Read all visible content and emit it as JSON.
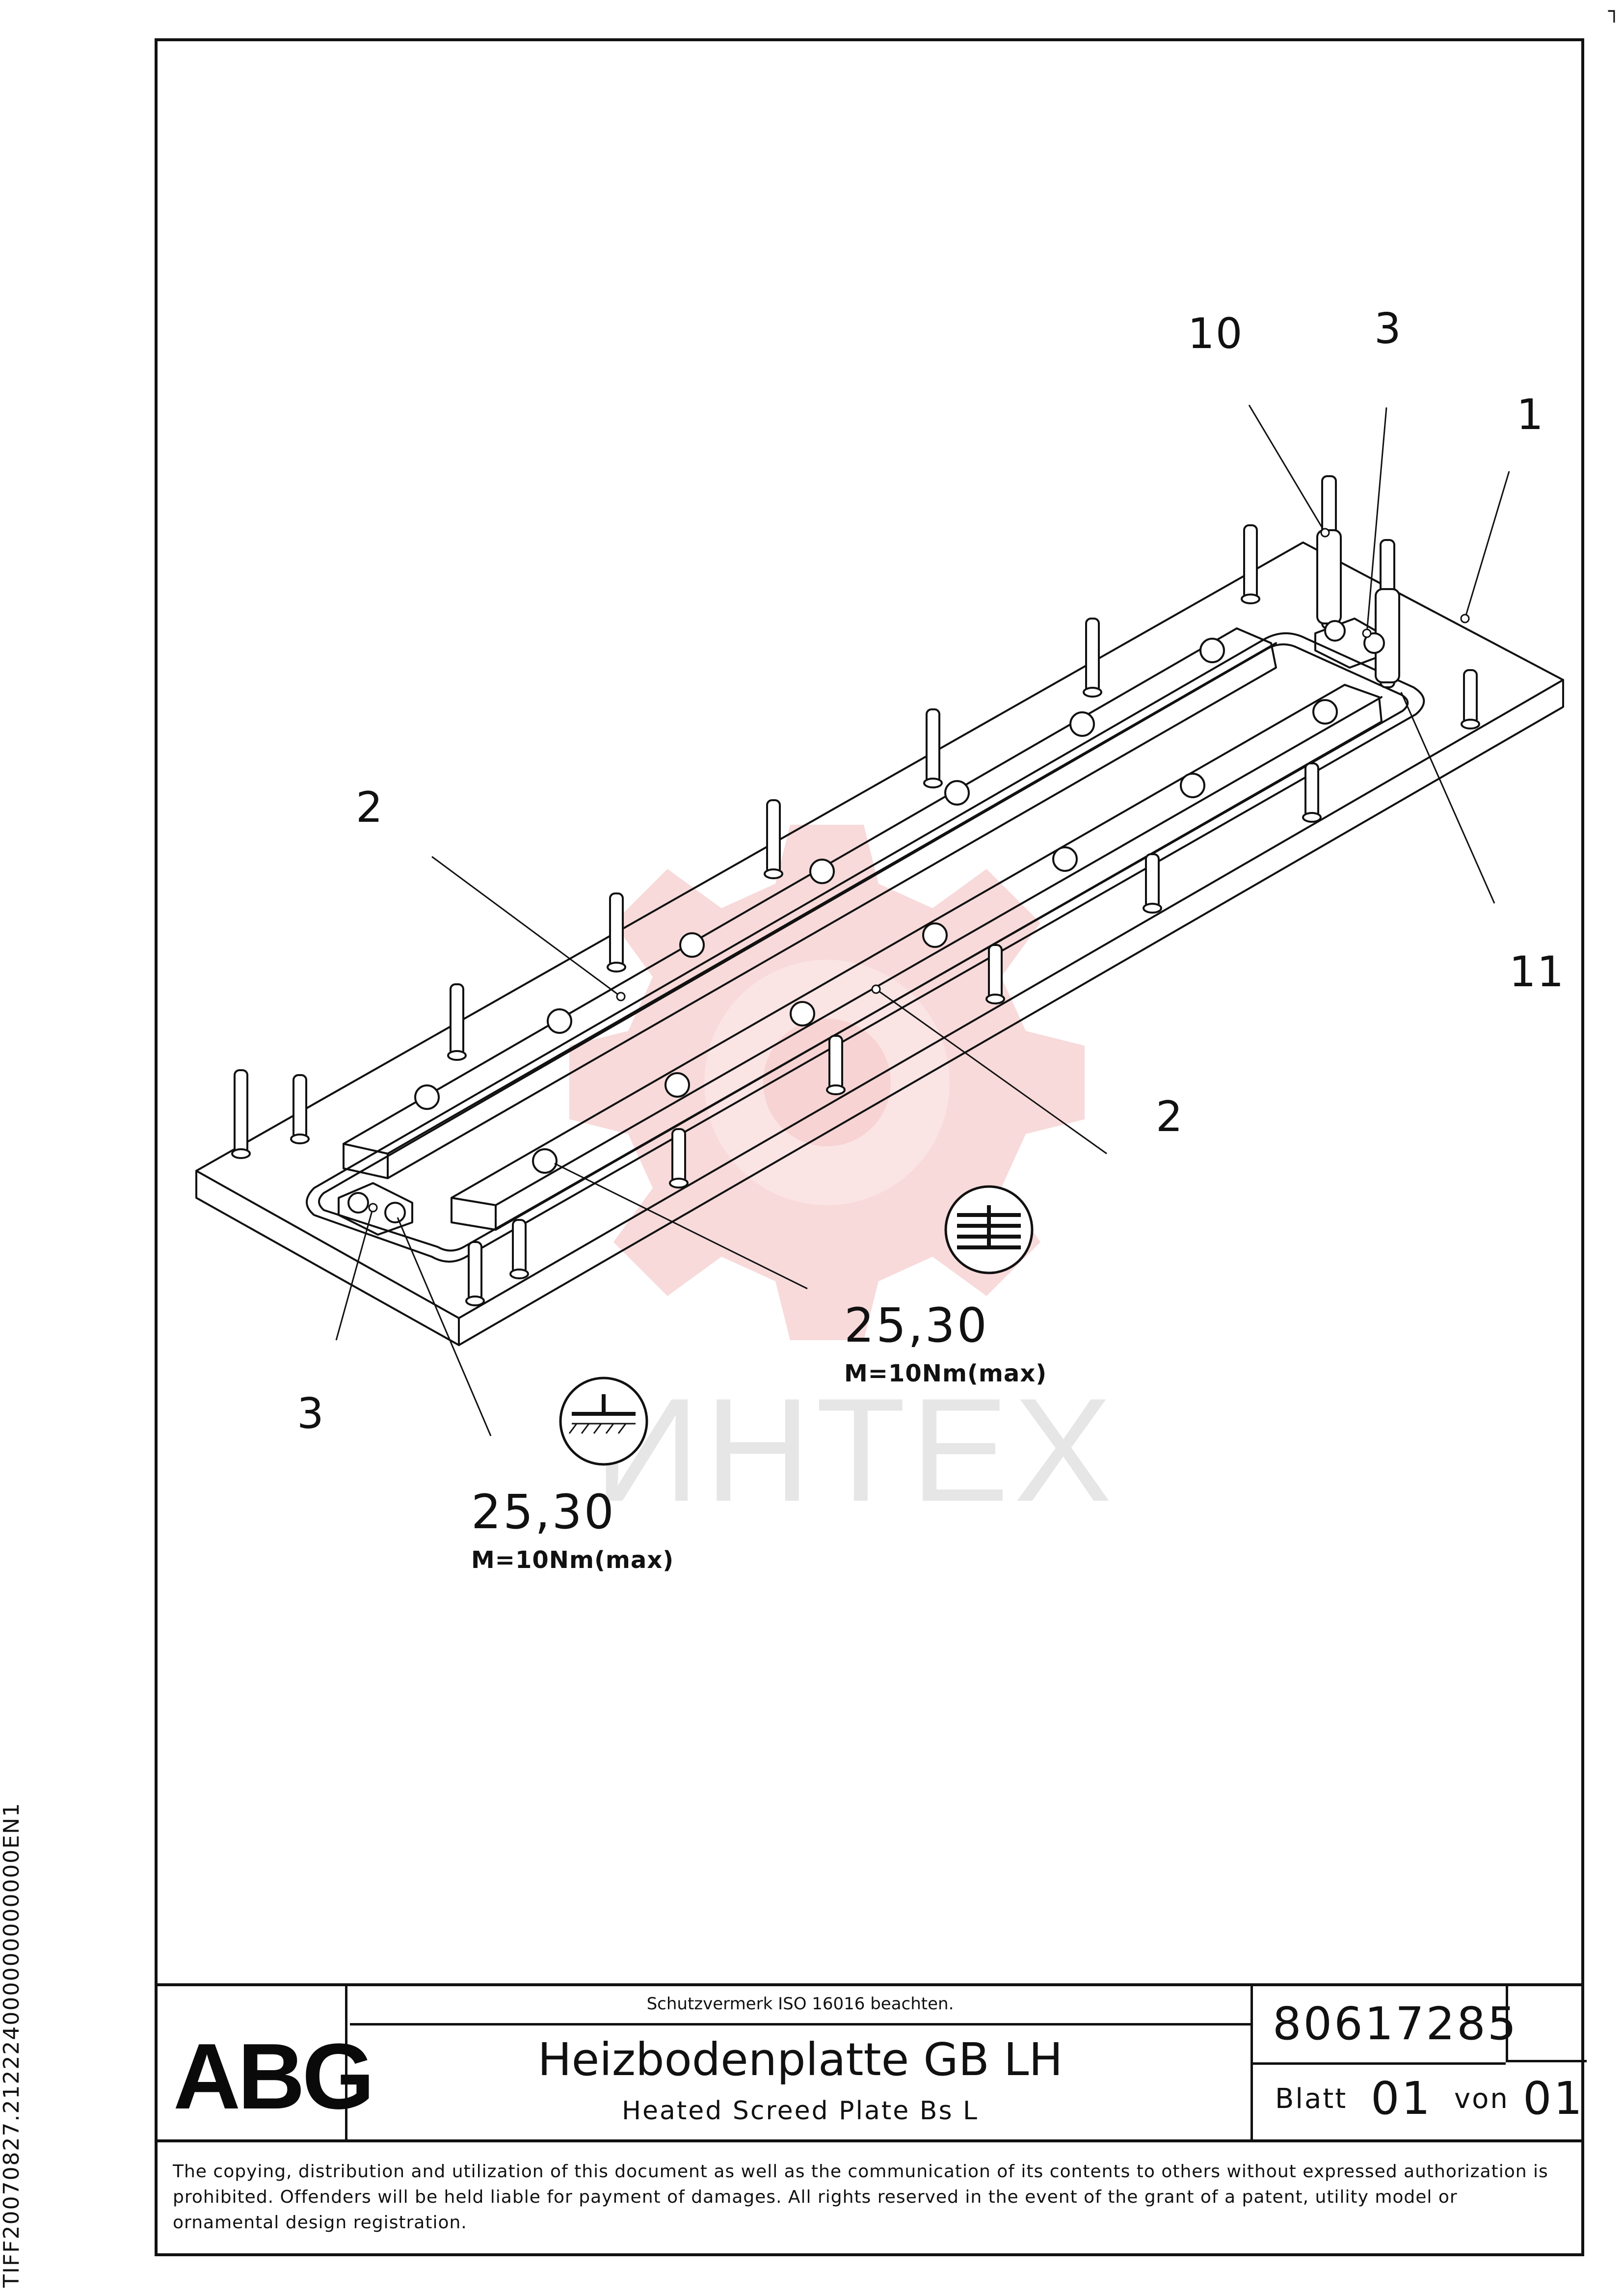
{
  "side_code": "TIFF20070827.212224000000000000EN1",
  "callouts": {
    "c10": "10",
    "c3_top": "3",
    "c1": "1",
    "c2_left": "2",
    "c11": "11",
    "c2_right": "2",
    "c3_bottom": "3"
  },
  "torque": {
    "upper_parts": "25,30",
    "upper_value": "M=10Nm(max)",
    "lower_parts": "25,30",
    "lower_value": "M=10Nm(max)"
  },
  "watermark": "ИНТЕХ",
  "title_block": {
    "logo": "ABG",
    "notice": "Schutzvermerk ISO 16016 beachten.",
    "title_de": "Heizbodenplatte GB LH",
    "title_en": "Heated Screed Plate Bs L",
    "part_number": "80617285",
    "sheet_label": "Blatt",
    "sheet_value": "01",
    "of_label": "von",
    "of_value": "01"
  },
  "copyright": "The copying, distribution and utilization of this document as well as the communication of its contents to others without expressed authorization is prohibited. Offenders will be held liable for payment of damages. All rights reserved in the event of the grant of a patent, utility model or ornamental design registration.",
  "colors": {
    "line": "#111111",
    "watermark_red": "#f4c9c9",
    "watermark_gray": "#e6e6e6"
  }
}
